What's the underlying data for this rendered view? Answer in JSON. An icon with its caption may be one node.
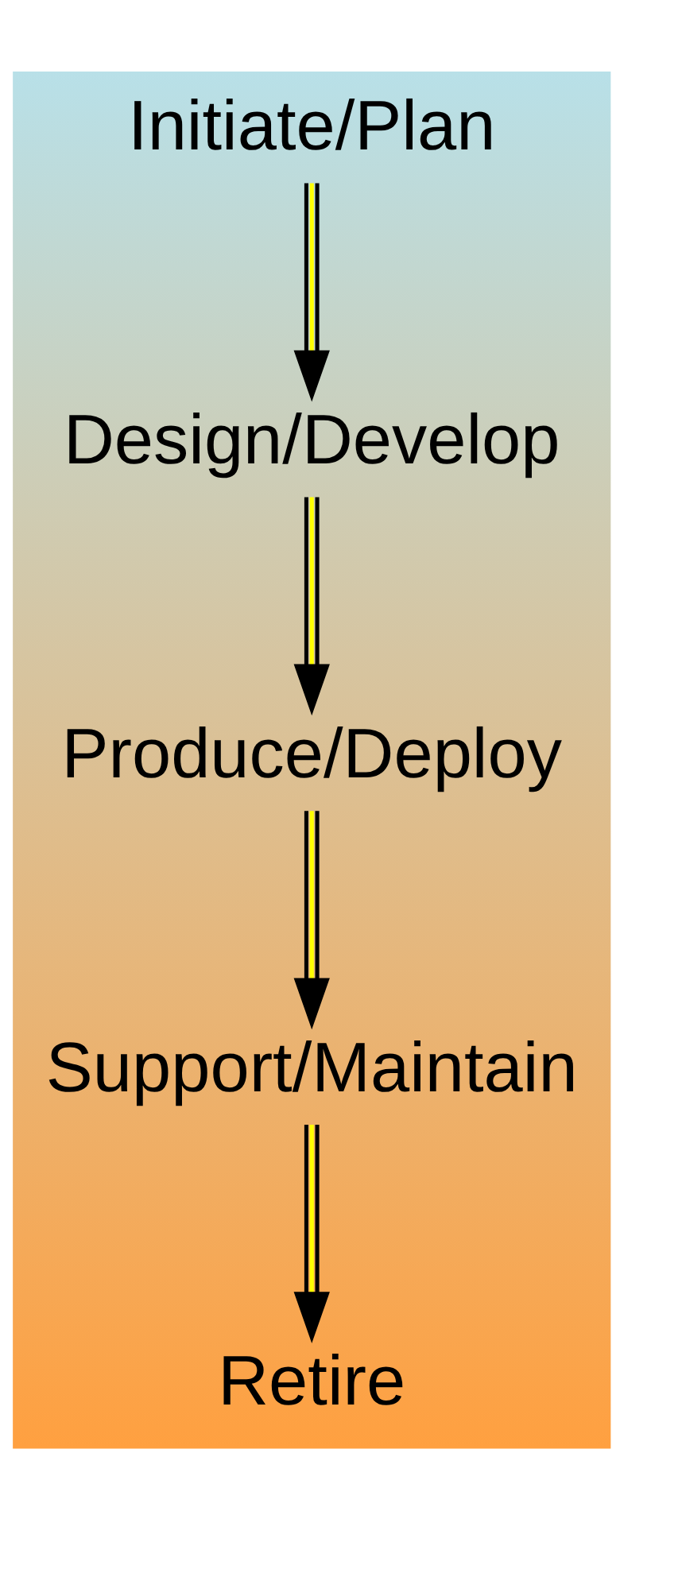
{
  "diagram": {
    "nodes": [
      {
        "text": [
          "Initiate/Plan"
        ]
      },
      {
        "text": [
          "Design/Develop"
        ]
      },
      {
        "text": [
          "Produce/Deploy"
        ]
      },
      {
        "text": [
          "Support/Maintain"
        ]
      },
      {
        "text": [
          "Retire"
        ]
      }
    ],
    "edges": [
      {
        "from": 0,
        "to": 1,
        "arrow": "to"
      },
      {
        "from": 1,
        "to": 2,
        "arrow": "to"
      },
      {
        "from": 2,
        "to": 3,
        "arrow": "to"
      },
      {
        "from": 3,
        "to": 4,
        "arrow": "to"
      }
    ]
  }
}
